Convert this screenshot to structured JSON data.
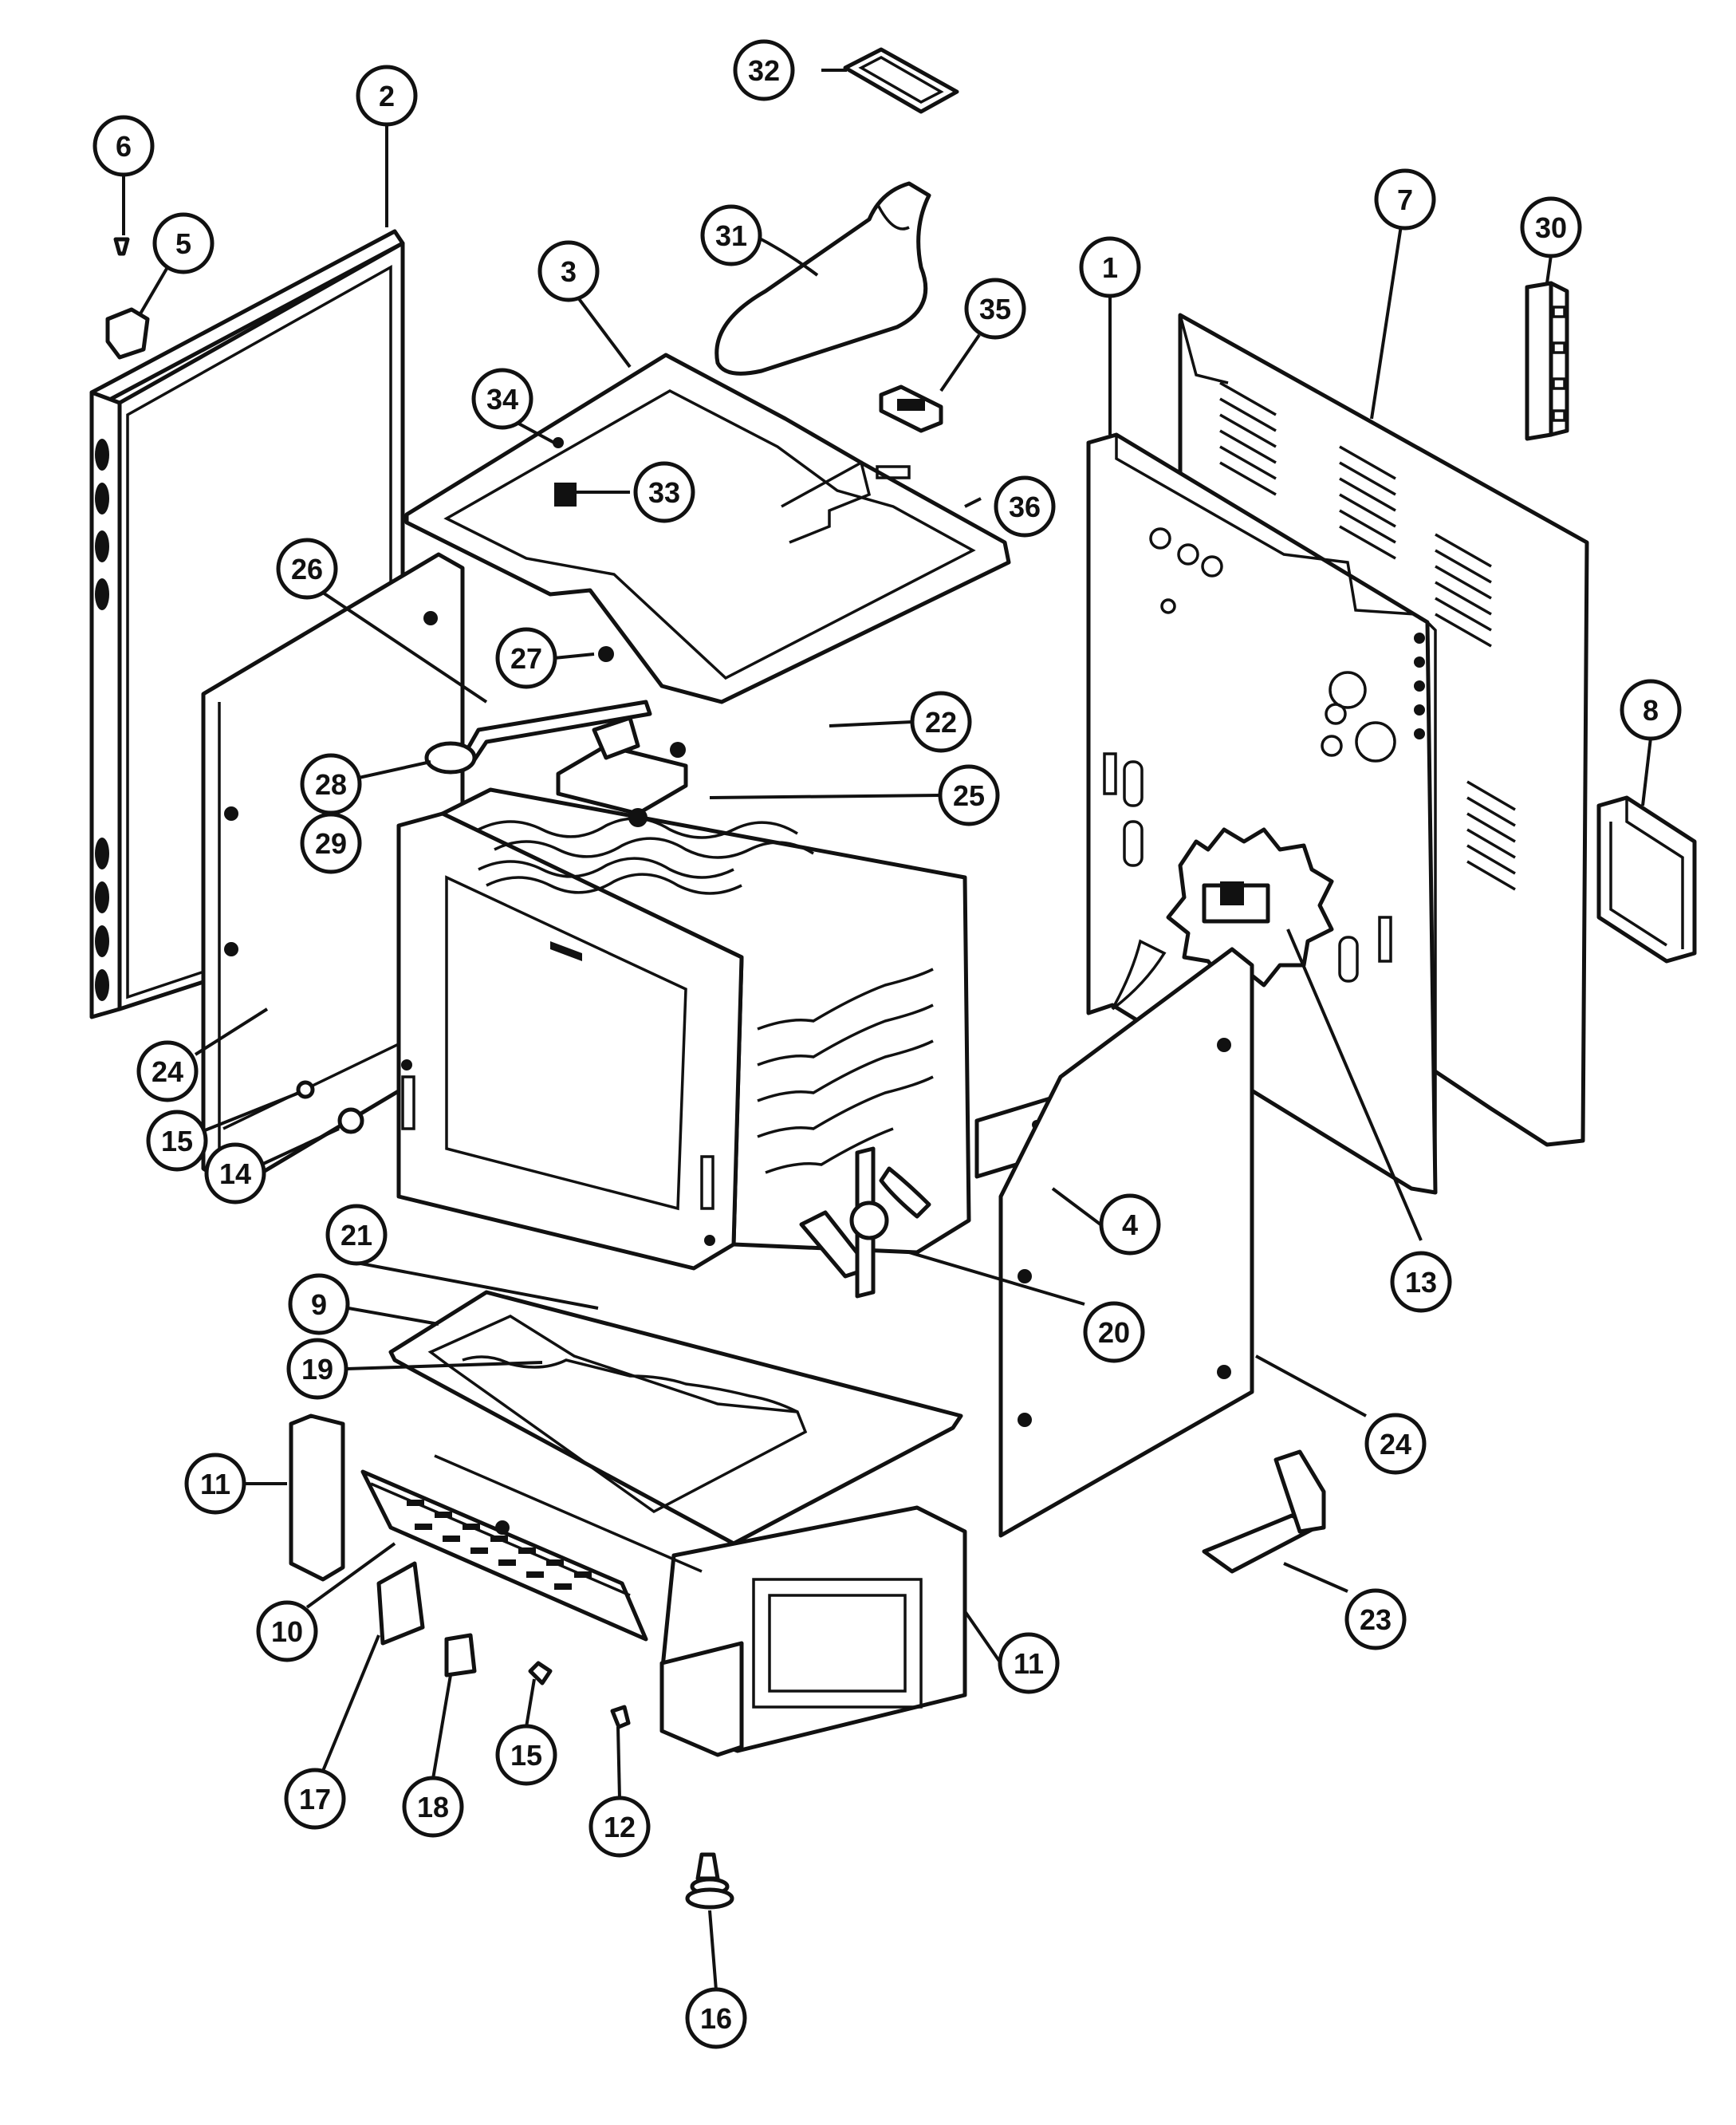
{
  "diagram": {
    "type": "exploded-parts-diagram",
    "callouts": [
      {
        "label": "1"
      },
      {
        "label": "2"
      },
      {
        "label": "3"
      },
      {
        "label": "4"
      },
      {
        "label": "5"
      },
      {
        "label": "6"
      },
      {
        "label": "7"
      },
      {
        "label": "8"
      },
      {
        "label": "9"
      },
      {
        "label": "10"
      },
      {
        "label": "11"
      },
      {
        "label": "11"
      },
      {
        "label": "12"
      },
      {
        "label": "13"
      },
      {
        "label": "14"
      },
      {
        "label": "15"
      },
      {
        "label": "15"
      },
      {
        "label": "16"
      },
      {
        "label": "17"
      },
      {
        "label": "18"
      },
      {
        "label": "19"
      },
      {
        "label": "20"
      },
      {
        "label": "21"
      },
      {
        "label": "22"
      },
      {
        "label": "23"
      },
      {
        "label": "24"
      },
      {
        "label": "24"
      },
      {
        "label": "25"
      },
      {
        "label": "26"
      },
      {
        "label": "27"
      },
      {
        "label": "28"
      },
      {
        "label": "29"
      },
      {
        "label": "30"
      },
      {
        "label": "31"
      },
      {
        "label": "32"
      },
      {
        "label": "33"
      },
      {
        "label": "34"
      },
      {
        "label": "35"
      },
      {
        "label": "36"
      }
    ]
  }
}
